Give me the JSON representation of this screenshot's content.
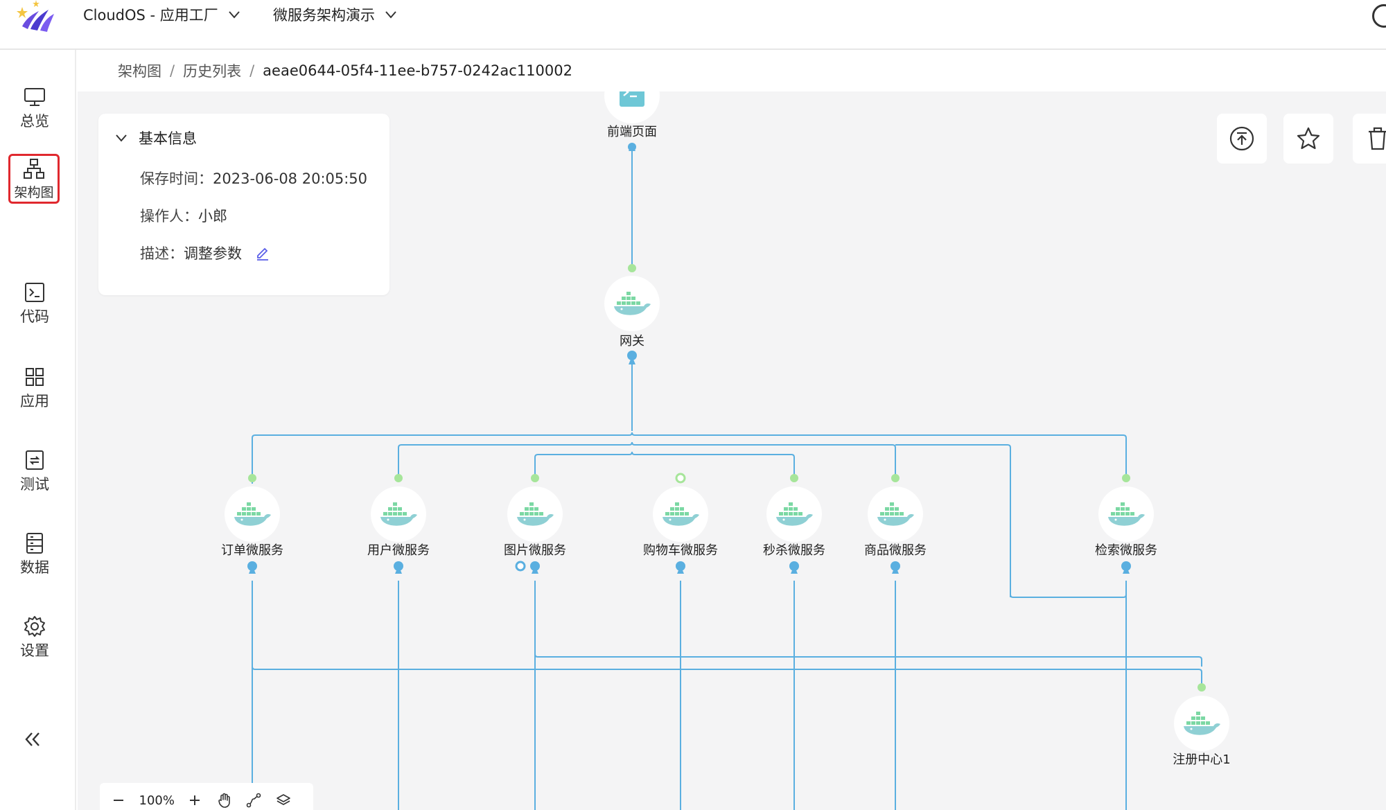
{
  "header": {
    "app_menu": "CloudOS - 应用工厂",
    "project_menu": "微服务架构演示"
  },
  "sidebar": {
    "items": [
      {
        "label": "总览",
        "icon": "monitor-icon"
      },
      {
        "label": "架构图",
        "icon": "architecture-icon",
        "active": true
      },
      {
        "label": "代码",
        "icon": "terminal-icon"
      },
      {
        "label": "应用",
        "icon": "apps-grid-icon"
      },
      {
        "label": "测试",
        "icon": "test-icon"
      },
      {
        "label": "数据",
        "icon": "database-icon"
      },
      {
        "label": "设置",
        "icon": "gear-icon"
      }
    ]
  },
  "breadcrumb": {
    "items": [
      "架构图",
      "历史列表",
      "aeae0644-05f4-11ee-b757-0242ac110002"
    ]
  },
  "info_panel": {
    "title": "基本信息",
    "save_time_label": "保存时间：",
    "save_time": "2023-06-08 20:05:50",
    "operator_label": "操作人：",
    "operator": "小郎",
    "desc_label": "描述：",
    "desc": "调整参数"
  },
  "toolbar": {
    "buttons": [
      "publish-icon",
      "star-icon",
      "trash-icon"
    ]
  },
  "nodes": [
    {
      "id": "frontend",
      "label": "前端页面",
      "type": "terminal"
    },
    {
      "id": "gateway",
      "label": "网关",
      "type": "docker"
    },
    {
      "id": "order",
      "label": "订单微服务",
      "type": "docker"
    },
    {
      "id": "user",
      "label": "用户微服务",
      "type": "docker"
    },
    {
      "id": "image",
      "label": "图片微服务",
      "type": "docker"
    },
    {
      "id": "cart",
      "label": "购物车微服务",
      "type": "docker"
    },
    {
      "id": "seckill",
      "label": "秒杀微服务",
      "type": "docker"
    },
    {
      "id": "product",
      "label": "商品微服务",
      "type": "docker"
    },
    {
      "id": "search",
      "label": "检索微服务",
      "type": "docker"
    },
    {
      "id": "registry",
      "label": "注册中心1",
      "type": "docker"
    }
  ],
  "zoom": {
    "level": "100%"
  },
  "colors": {
    "edge": "#5aafe0",
    "port_in": "#a6e59a",
    "active_border": "#e0282e",
    "docker_whale": "#8fd0d4",
    "docker_container": "#7cd8a4"
  }
}
